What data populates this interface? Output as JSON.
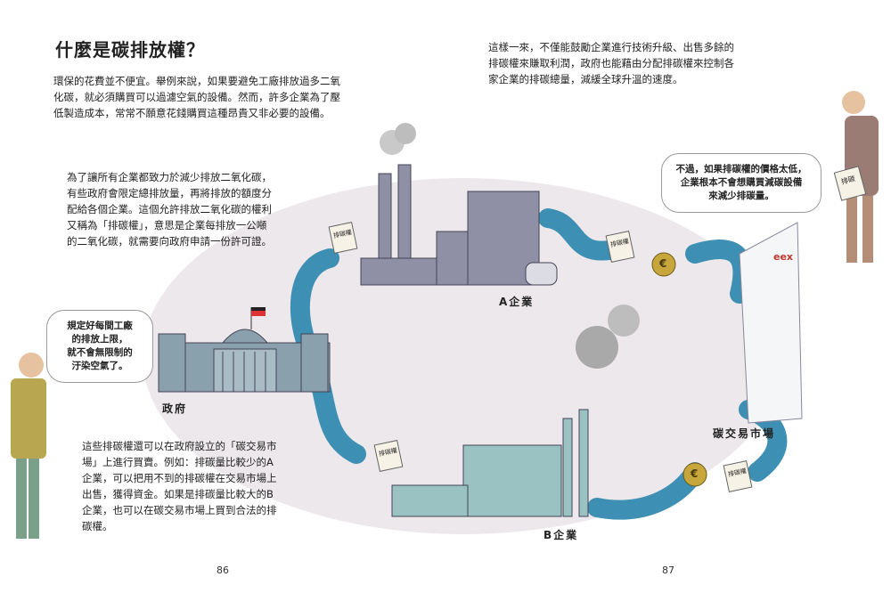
{
  "page_left": {
    "title": "什麼是碳排放權？",
    "intro": "環保的花費並不便宜。舉例來說，如果要避免工廠排放過多二氧\n化碳，就必須購買可以過濾空氣的設備。然而，許多企業為了壓\n低製造成本，常常不願意花錢購買這種昂貴又非必要的設備。",
    "explain": "為了讓所有企業都致力於減少排放二氧化碳，\n有些政府會限定總排放量，再將排放的額度分\n配給各個企業。這個允許排放二氧化碳的權利\n又稱為「排碳權」，意思是企業每排放一公噸\n的二氧化碳，就需要向政府申請一份許可證。",
    "bubble": "規定好每間工廠\n的排放上限，\n就不會無限制的\n汙染空氣了。",
    "market_text": "這些排碳權還可以在政府設立的「碳交易市\n場」上進行買賣。例如：排碳量比較少的A\n企業，可以把用不到的排碳權在交易市場上\n出售，獲得資金。如果是排碳量比較大的B\n企業，也可以在碳交易市場上買到合法的排\n碳權。",
    "page_number": "86"
  },
  "page_right": {
    "conclusion": "這樣一來，不僅能鼓勵企業進行技術升級、出售多餘的\n排碳權來賺取利潤，政府也能藉由分配排碳權來控制各\n家企業的排碳總量，減緩全球升溫的速度。",
    "bubble": "不過，如果排碳權的價格太低，\n企業根本不會想購買減碳設備\n來減少排碳量。",
    "page_number": "87"
  },
  "labels": {
    "government": "政府",
    "company_a": "A企業",
    "company_b": "B企業",
    "market": "碳交易市場",
    "exchange_logo": "eex",
    "permit": "排碳權",
    "coin_symbol": "€",
    "sign_text": "排碳"
  },
  "colors": {
    "arm": "#3d8fb3",
    "cuff": "#2b6f94",
    "factory_a": "#8f8fa6",
    "factory_b": "#9bc2c2",
    "government": "#8aa0ad",
    "tower": "#f4f6f8",
    "coin": "#c7a63b",
    "background_circle": "#ece8eb"
  }
}
